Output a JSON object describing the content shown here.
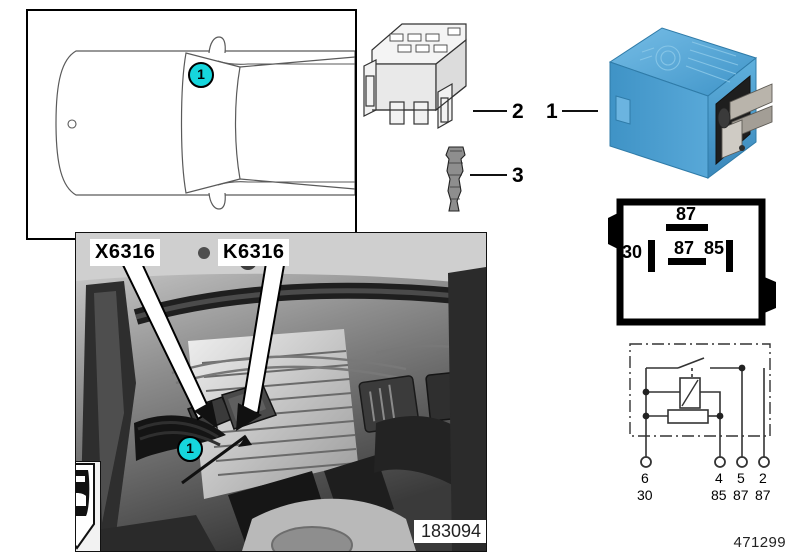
{
  "document": {
    "number": "471299",
    "photo_id": "183094"
  },
  "car_panel": {
    "callout": "1",
    "description": "vehicle-top-view-outline"
  },
  "photo_panel": {
    "labels": {
      "connector": "X6316",
      "relay": "K6316"
    },
    "callout": "1",
    "photo_id": "183094",
    "orientation_icon": "car-direction-icon"
  },
  "parts": {
    "items": [
      {
        "number": "1",
        "name": "relay",
        "color": "#54a7da"
      },
      {
        "number": "2",
        "name": "relay-socket"
      },
      {
        "number": "3",
        "name": "terminal-pin"
      }
    ]
  },
  "terminal_diagram": {
    "top_terminal": "87",
    "left_terminal": "30",
    "center_terminal": "87",
    "right_terminal": "85"
  },
  "schematic": {
    "pin_numbers": [
      "6",
      "4",
      "5",
      "2"
    ],
    "terminal_names": [
      "30",
      "85",
      "87",
      "87"
    ],
    "components": [
      "switch-contact",
      "coil",
      "resistor"
    ]
  },
  "colors": {
    "callout_fill": "#16d6dd",
    "relay_blue": "#54a7da",
    "outline": "#000000"
  }
}
